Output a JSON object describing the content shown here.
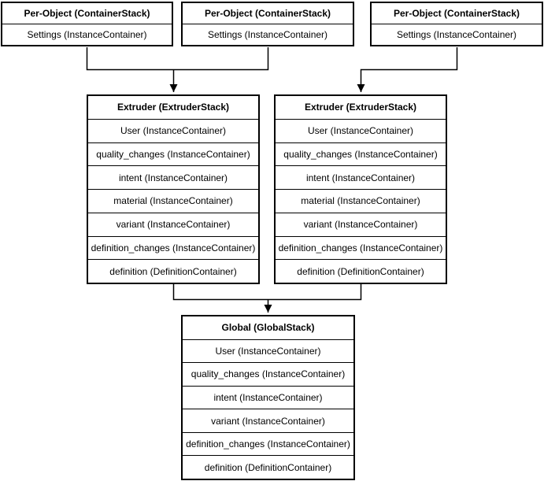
{
  "colors": {
    "border": "#000000",
    "background": "#ffffff",
    "text": "#000000",
    "connector": "#000000"
  },
  "per_object_stacks": [
    {
      "title": "Per-Object (ContainerStack)",
      "rows": [
        "Settings (InstanceContainer)"
      ]
    },
    {
      "title": "Per-Object (ContainerStack)",
      "rows": [
        "Settings (InstanceContainer)"
      ]
    },
    {
      "title": "Per-Object (ContainerStack)",
      "rows": [
        "Settings (InstanceContainer)"
      ]
    }
  ],
  "extruder_stacks": [
    {
      "title": "Extruder (ExtruderStack)",
      "rows": [
        "User (InstanceContainer)",
        "quality_changes (InstanceContainer)",
        "intent (InstanceContainer)",
        "material (InstanceContainer)",
        "variant (InstanceContainer)",
        "definition_changes (InstanceContainer)",
        "definition (DefinitionContainer)"
      ]
    },
    {
      "title": "Extruder (ExtruderStack)",
      "rows": [
        "User (InstanceContainer)",
        "quality_changes (InstanceContainer)",
        "intent (InstanceContainer)",
        "material (InstanceContainer)",
        "variant (InstanceContainer)",
        "definition_changes (InstanceContainer)",
        "definition (DefinitionContainer)"
      ]
    }
  ],
  "global_stack": {
    "title": "Global (GlobalStack)",
    "rows": [
      "User (InstanceContainer)",
      "quality_changes (InstanceContainer)",
      "intent (InstanceContainer)",
      "variant (InstanceContainer)",
      "definition_changes (InstanceContainer)",
      "definition (DefinitionContainer)"
    ]
  }
}
